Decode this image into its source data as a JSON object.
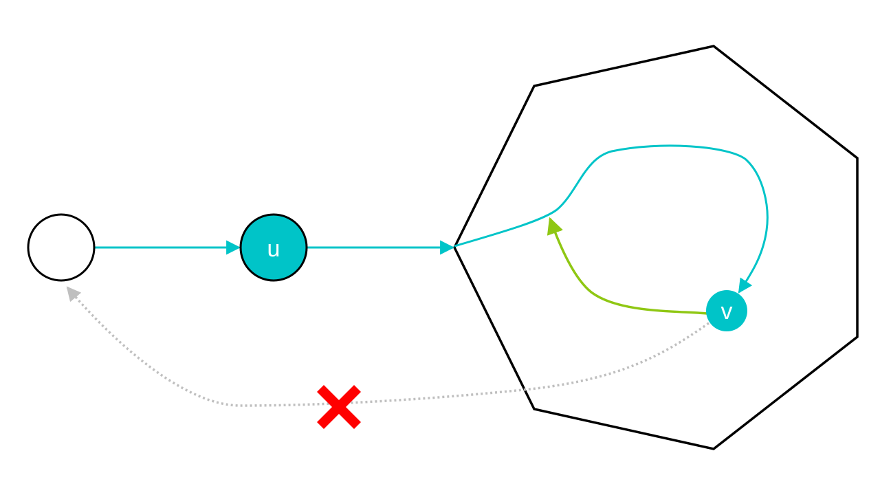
{
  "diagram": {
    "nodes": {
      "start": {
        "label": ""
      },
      "u": {
        "label": "u"
      },
      "v": {
        "label": "v"
      }
    },
    "edge_colors": {
      "tree_edge": "#00c4c8",
      "back_edge": "#8fc713",
      "blocked_edge": "#bfbfbf",
      "blocked_mark": "#ff0000"
    },
    "node_colors": {
      "start_fill": "#ffffff",
      "highlight_fill": "#00c4c8",
      "outline": "#000000"
    },
    "shapes": {
      "region": "heptagon",
      "blocked_mark_icon": "x-mark-icon"
    }
  }
}
